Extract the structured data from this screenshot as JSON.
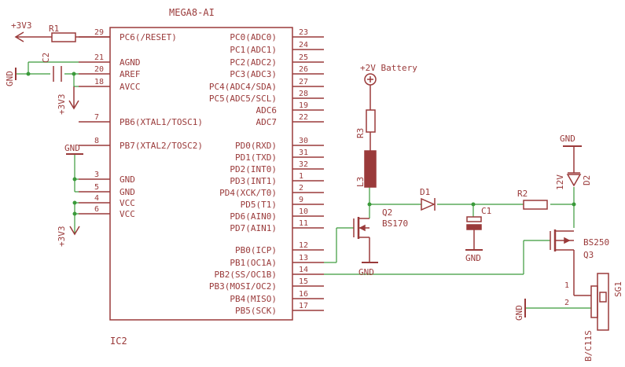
{
  "ic": {
    "title": "MEGA8-AI",
    "name": "IC2",
    "left_pins": [
      {
        "num": "29",
        "label": "PC6(/RESET)"
      },
      {
        "num": "21",
        "label": "AGND"
      },
      {
        "num": "20",
        "label": "AREF"
      },
      {
        "num": "18",
        "label": "AVCC"
      },
      {
        "num": "7",
        "label": "PB6(XTAL1/TOSC1)"
      },
      {
        "num": "8",
        "label": "PB7(XTAL2/TOSC2)"
      },
      {
        "num": "3",
        "label": "GND"
      },
      {
        "num": "5",
        "label": "GND"
      },
      {
        "num": "4",
        "label": "VCC"
      },
      {
        "num": "6",
        "label": "VCC"
      }
    ],
    "right_pins": [
      {
        "num": "23",
        "label": "PC0(ADC0)"
      },
      {
        "num": "24",
        "label": "PC1(ADC1)"
      },
      {
        "num": "25",
        "label": "PC2(ADC2)"
      },
      {
        "num": "26",
        "label": "PC3(ADC3)"
      },
      {
        "num": "27",
        "label": "PC4(ADC4/SDA)"
      },
      {
        "num": "28",
        "label": "PC5(ADC5/SCL)"
      },
      {
        "num": "19",
        "label": "ADC6"
      },
      {
        "num": "22",
        "label": "ADC7"
      },
      {
        "num": "30",
        "label": "PD0(RXD)"
      },
      {
        "num": "31",
        "label": "PD1(TXD)"
      },
      {
        "num": "32",
        "label": "PD2(INT0)"
      },
      {
        "num": "1",
        "label": "PD3(INT1)"
      },
      {
        "num": "2",
        "label": "PD4(XCK/T0)"
      },
      {
        "num": "9",
        "label": "PD5(T1)"
      },
      {
        "num": "10",
        "label": "PD6(AIN0)"
      },
      {
        "num": "11",
        "label": "PD7(AIN1)"
      },
      {
        "num": "12",
        "label": "PB0(ICP)"
      },
      {
        "num": "13",
        "label": "PB1(OC1A)"
      },
      {
        "num": "14",
        "label": "PB2(SS/OC1B)"
      },
      {
        "num": "15",
        "label": "PB3(MOSI/OC2)"
      },
      {
        "num": "16",
        "label": "PB4(MISO)"
      },
      {
        "num": "17",
        "label": "PB5(SCK)"
      }
    ]
  },
  "nets": {
    "v33_top": "+3V3",
    "v33_cap": "+3V3",
    "v33_vcc": "+3V3",
    "gnd_cap": "GND",
    "gnd_ic": "GND",
    "gnd_q2": "GND",
    "gnd_c1": "GND",
    "gnd_sg1": "GND",
    "v12": "12V",
    "battery": "+2V Battery"
  },
  "parts": {
    "r1": "R1",
    "c2": "C2",
    "r3": "R3",
    "l3": "L3",
    "d1": "D1",
    "c1": "C1",
    "r2": "R2",
    "d2": "D2",
    "q2": "Q2",
    "q2_type": "BS170",
    "q3": "Q3",
    "q3_type": "BS250",
    "sg1": "SG1",
    "sg1_type": "B/C11S",
    "sg1_pin1": "1",
    "sg1_pin2": "2"
  },
  "colors": {
    "part": "#9a3a3a",
    "wire": "#3a9a3a",
    "junction": "#3a9a3a"
  }
}
